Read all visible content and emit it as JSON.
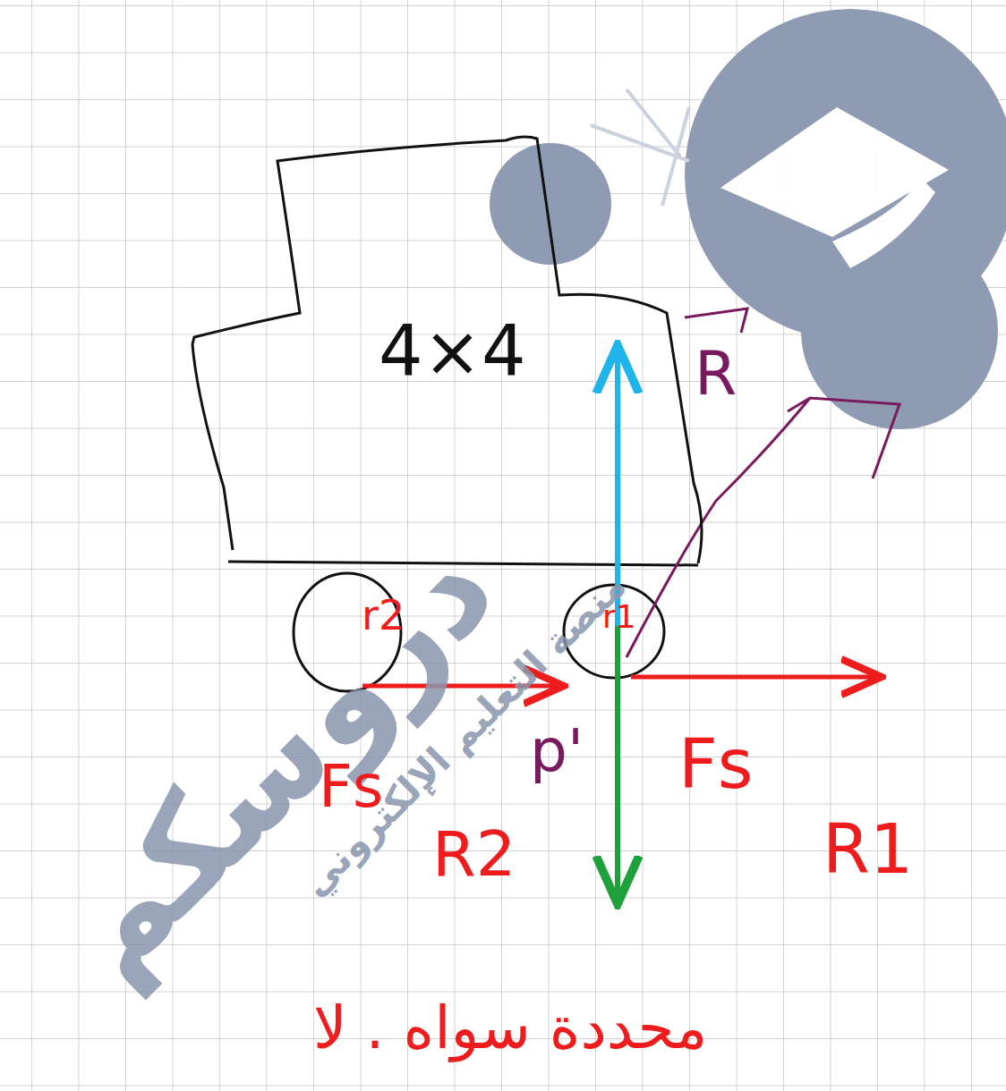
{
  "diagram": {
    "nodes": [
      {
        "text": [
          "4×4"
        ]
      }
    ],
    "labels": [
      "R",
      "r2",
      "r1",
      "p'",
      "Fs",
      "R2",
      "Fs",
      "R1",
      "محددة سواه . لا",
      "دروسكم",
      "منصة التعليم الإلكتروني"
    ]
  }
}
